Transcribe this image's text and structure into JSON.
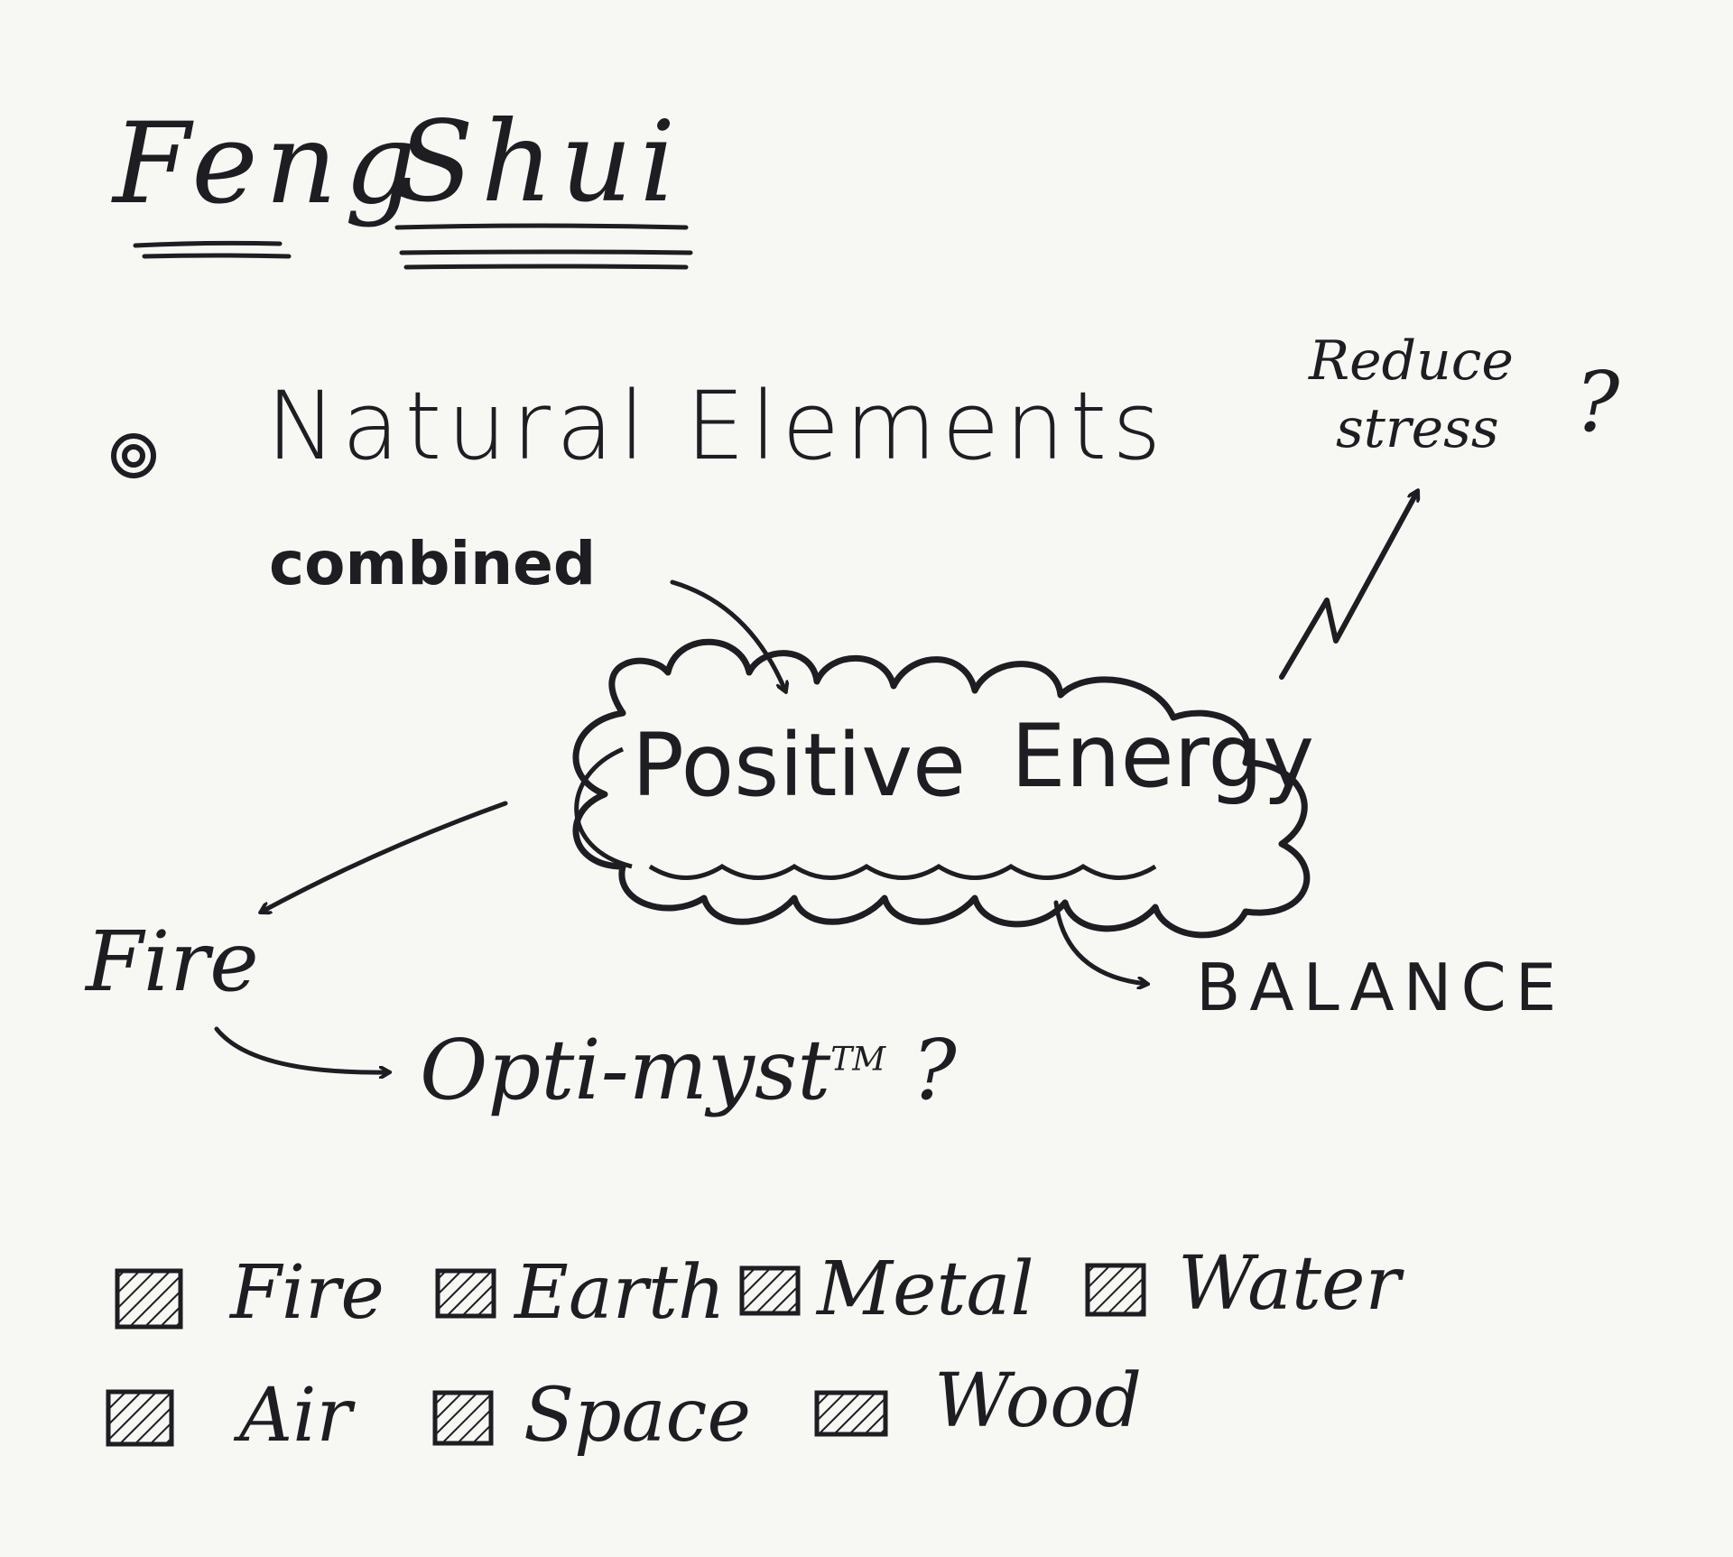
{
  "title": {
    "word1": "Feng",
    "word2": "Shui"
  },
  "heading": "Natural Elements",
  "bullet": "o",
  "combined": "combined",
  "cloud_text": {
    "word1": "Positive",
    "word2": "Energy"
  },
  "reduce": {
    "line1": "Reduce",
    "line2": "stress",
    "question": "?"
  },
  "balance": "BALANCE",
  "fire": "Fire",
  "opti": {
    "text": "Opti-myst",
    "tm": "TM",
    "question": "?"
  },
  "legend": [
    {
      "label": "Fire"
    },
    {
      "label": "Earth"
    },
    {
      "label": "Metal"
    },
    {
      "label": "Water"
    },
    {
      "label": "Air"
    },
    {
      "label": "Space"
    },
    {
      "label": "Wood"
    }
  ],
  "colors": {
    "ink": "#1d1d22",
    "paper": "#f7f7f4"
  }
}
